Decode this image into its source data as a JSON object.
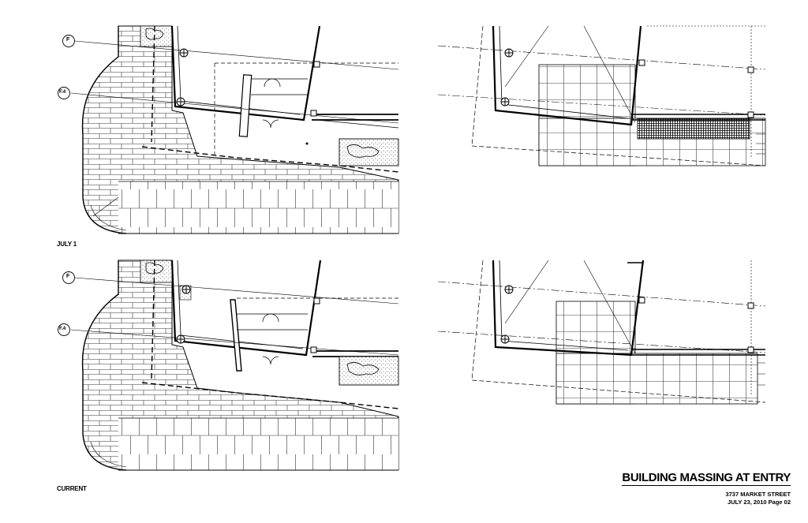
{
  "sheet": {
    "title": "BUILDING MASSING AT ENTRY",
    "project": "3737 MARKET STREET",
    "date_page": "JULY 23, 2010   Page 02"
  },
  "plans": {
    "top_label": "JULY 1",
    "bottom_label": "CURRENT"
  },
  "gridlines": {
    "f": "F",
    "f4": "F.4"
  }
}
